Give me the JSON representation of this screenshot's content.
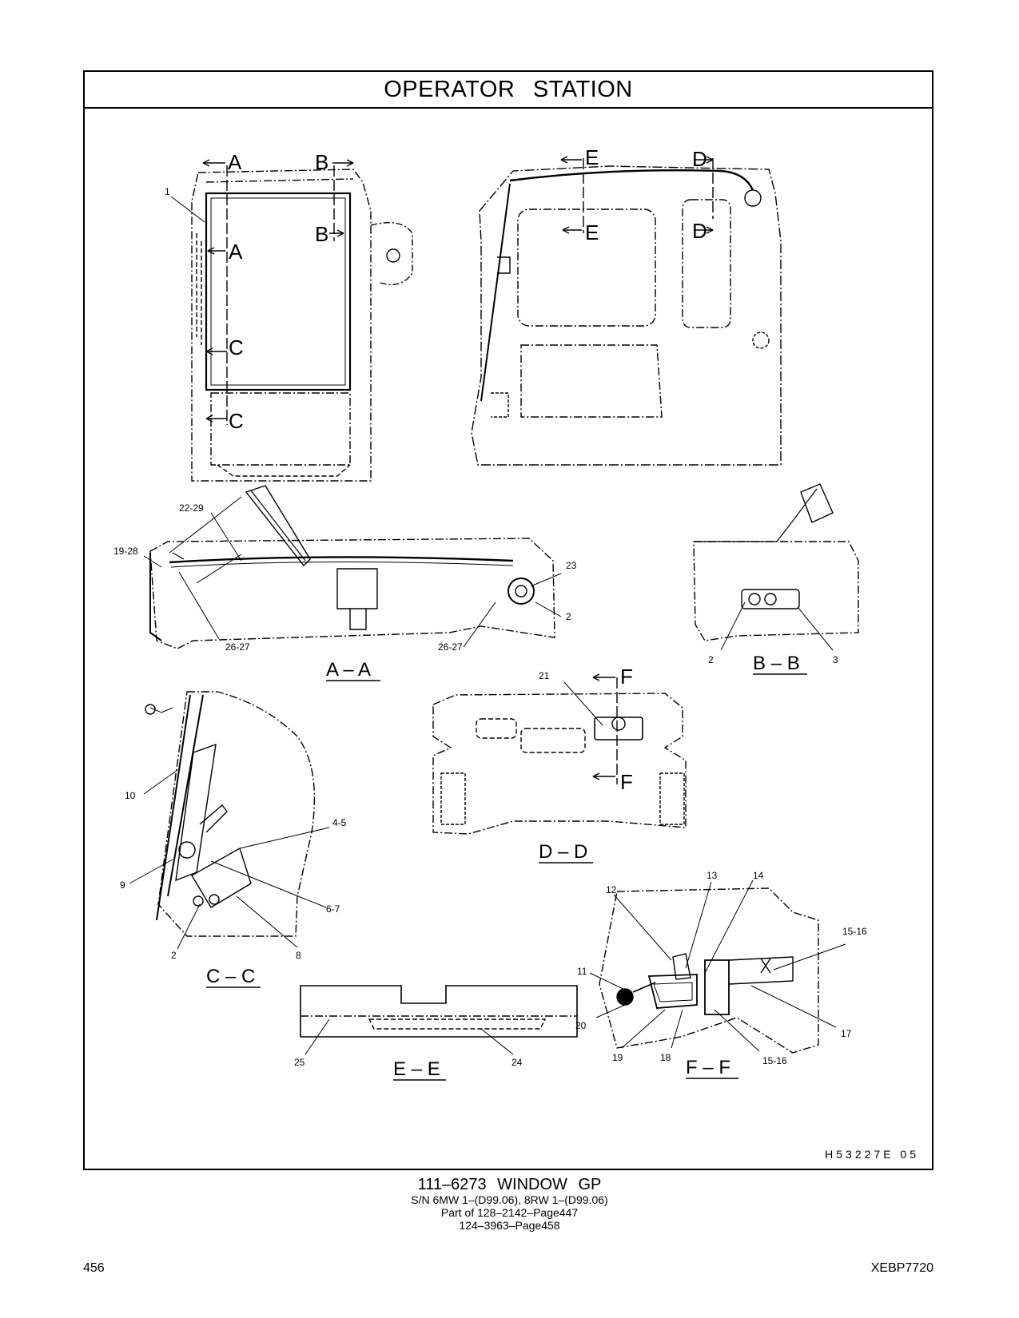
{
  "header": {
    "title": "OPERATOR   STATION"
  },
  "figure": {
    "code": "H53227E   05",
    "top_view": {
      "section_letters": [
        "A",
        "B",
        "B",
        "A",
        "C",
        "C"
      ],
      "callouts": [
        "1"
      ]
    },
    "side_view": {
      "section_letters": [
        "E",
        "D",
        "E",
        "D"
      ]
    },
    "section_aa": {
      "label": "A – A",
      "callouts": [
        "22-29",
        "19-28",
        "23",
        "2",
        "26-27",
        "26-27"
      ]
    },
    "section_bb": {
      "label": "B – B",
      "callouts": [
        "2",
        "3"
      ]
    },
    "section_cc": {
      "label": "C – C",
      "callouts": [
        "10",
        "4-5",
        "9",
        "6-7",
        "2",
        "8"
      ]
    },
    "section_dd": {
      "label": "D – D",
      "callouts": [
        "21"
      ],
      "section_letters": [
        "F",
        "F"
      ]
    },
    "section_ee": {
      "label": "E – E",
      "callouts": [
        "25",
        "24"
      ]
    },
    "section_ff": {
      "label": "F – F",
      "callouts": [
        "13",
        "14",
        "12",
        "15-16",
        "11",
        "20",
        "17",
        "19",
        "18",
        "15-16"
      ]
    }
  },
  "footer": {
    "group_title": "111–6273   WINDOW  GP",
    "serial": "S/N 6MW 1–(D99.06), 8RW 1–(D99.06)",
    "part_of_1": "Part of 128–2142–Page447",
    "part_of_2": "124–3963–Page458",
    "page_number": "456",
    "doc_id": "XEBP7720"
  }
}
